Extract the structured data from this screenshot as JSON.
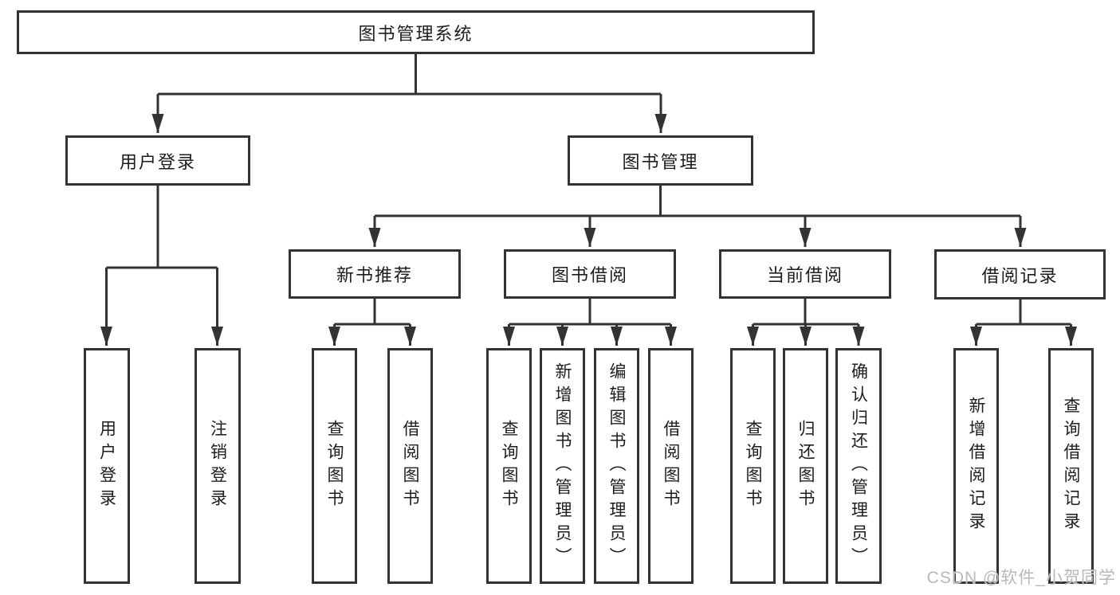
{
  "colors": {
    "line": "#333333",
    "border": "#333333",
    "text": "#1d1d1f",
    "background": "#ffffff",
    "watermark": "#b9b9b9"
  },
  "watermark": {
    "text": "CSDN @软件_小贺同学"
  },
  "tree": {
    "root": {
      "label": "图书管理系统"
    },
    "branches": [
      {
        "label": "用户登录",
        "children": [
          "用户登录",
          "注销登录"
        ]
      },
      {
        "label": "图书管理",
        "children": [
          {
            "label": "新书推荐",
            "children": [
              "查询图书",
              "借阅图书"
            ]
          },
          {
            "label": "图书借阅",
            "children": [
              "查询图书",
              "新增图书（管理员）",
              "编辑图书（管理员）",
              "借阅图书"
            ]
          },
          {
            "label": "当前借阅",
            "children": [
              "查询图书",
              "归还图书",
              "确认归还（管理员）"
            ]
          },
          {
            "label": "借阅记录",
            "children": [
              "新增借阅记录",
              "查询借阅记录"
            ]
          }
        ]
      }
    ]
  }
}
